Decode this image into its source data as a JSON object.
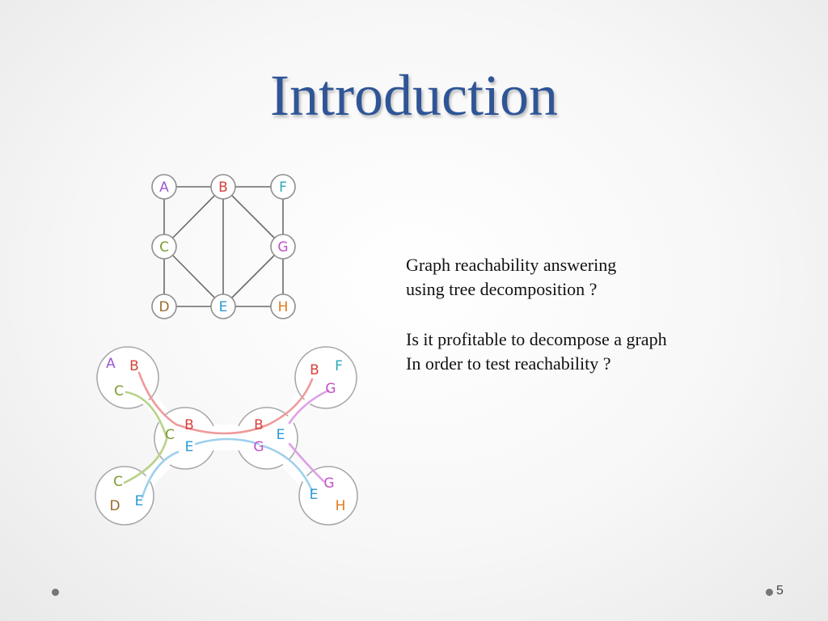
{
  "slide": {
    "title": "Introduction",
    "page_number": "5"
  },
  "graph": {
    "nodes": [
      {
        "id": "A",
        "color": "#9b59d0"
      },
      {
        "id": "B",
        "color": "#d9413d"
      },
      {
        "id": "F",
        "color": "#2aa7b8"
      },
      {
        "id": "C",
        "color": "#7a9a2e"
      },
      {
        "id": "G",
        "color": "#c250c8"
      },
      {
        "id": "D",
        "color": "#9a6b2a"
      },
      {
        "id": "E",
        "color": "#2a9ad6"
      },
      {
        "id": "H",
        "color": "#e07b20"
      }
    ],
    "edges": [
      [
        "A",
        "B"
      ],
      [
        "B",
        "F"
      ],
      [
        "A",
        "C"
      ],
      [
        "C",
        "D"
      ],
      [
        "D",
        "E"
      ],
      [
        "E",
        "H"
      ],
      [
        "F",
        "G"
      ],
      [
        "G",
        "H"
      ],
      [
        "B",
        "C"
      ],
      [
        "B",
        "E"
      ],
      [
        "B",
        "G"
      ],
      [
        "C",
        "E"
      ],
      [
        "G",
        "E"
      ]
    ]
  },
  "tree_decomposition": {
    "bags": [
      {
        "name": "bag-abc",
        "letters": [
          "A",
          "B",
          "C"
        ]
      },
      {
        "name": "bag-bfg",
        "letters": [
          "B",
          "F",
          "G"
        ]
      },
      {
        "name": "bag-bce",
        "letters": [
          "B",
          "C",
          "E"
        ]
      },
      {
        "name": "bag-beg",
        "letters": [
          "B",
          "E",
          "G"
        ]
      },
      {
        "name": "bag-cde",
        "letters": [
          "C",
          "D",
          "E"
        ]
      },
      {
        "name": "bag-egh",
        "letters": [
          "G",
          "E",
          "H"
        ]
      }
    ]
  },
  "text": {
    "paragraph1_line1": "Graph reachability answering",
    "paragraph1_line2": "using tree decomposition ?",
    "paragraph2_line1": "Is it profitable to decompose a graph",
    "paragraph2_line2": "In order to test reachability ?"
  },
  "colors": {
    "title": "#2f5597",
    "node_outline": "#8f8f8f",
    "edge": "#6a6a6a",
    "bag_outline": "#a8a8a8",
    "link_B": "#ef9a9a",
    "link_C": "#b9d28a",
    "link_E": "#9fd0ec",
    "link_G": "#dda0e6"
  }
}
